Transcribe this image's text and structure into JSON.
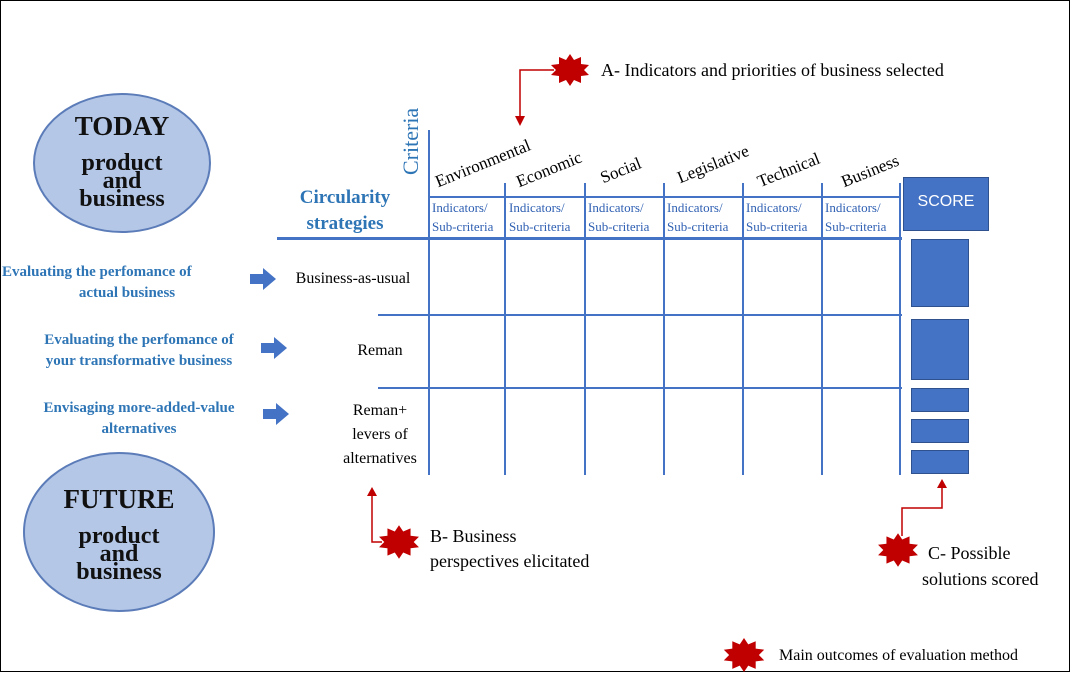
{
  "circles": {
    "today": {
      "title": "TODAY",
      "line1": "product",
      "line2": "and",
      "line3": "business"
    },
    "future": {
      "title": "FUTURE",
      "line1": "product",
      "line2": "and",
      "line3": "business"
    }
  },
  "axes": {
    "criteria": "Criteria",
    "strategies_line1": "Circularity",
    "strategies_line2": "strategies"
  },
  "columns": [
    {
      "label": "Environmental",
      "ind1": "Indicators/",
      "ind2": "Sub-criteria"
    },
    {
      "label": "Economic",
      "ind1": "Indicators/",
      "ind2": "Sub-criteria"
    },
    {
      "label": "Social",
      "ind1": "Indicators/",
      "ind2": "Sub-criteria"
    },
    {
      "label": "Legislative",
      "ind1": "Indicators/",
      "ind2": "Sub-criteria"
    },
    {
      "label": "Technical",
      "ind1": "Indicators/",
      "ind2": "Sub-criteria"
    },
    {
      "label": "Business",
      "ind1": "Indicators/",
      "ind2": "Sub-criteria"
    }
  ],
  "score": "SCORE",
  "rows": [
    {
      "desc1": "Evaluating the perfomance of",
      "desc2": "actual business",
      "label1": "Business-as-usual",
      "label2": "",
      "label3": ""
    },
    {
      "desc1": "Evaluating the perfomance of",
      "desc2": "your transformative business",
      "label1": "Reman",
      "label2": "",
      "label3": ""
    },
    {
      "desc1": "Envisaging more-added-value",
      "desc2": "alternatives",
      "label1": "Reman+",
      "label2": "levers of",
      "label3": "alternatives"
    }
  ],
  "annotations": {
    "a": "A- Indicators and priorities of business selected",
    "b1": "B- Business",
    "b2": "perspectives elicitated",
    "c1": "C- Possible",
    "c2": "solutions scored",
    "legend": "Main outcomes of evaluation method"
  },
  "colors": {
    "accent": "#4472c4",
    "text_blue": "#2e75b6",
    "circle_fill": "#b4c7e7",
    "marker_red": "#c00000"
  }
}
